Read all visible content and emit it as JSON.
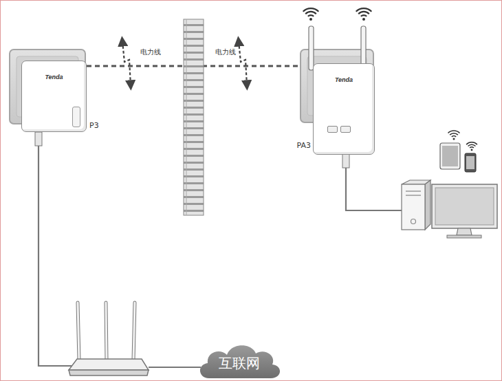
{
  "diagram": {
    "nodes": [
      {
        "text": [
          "Tenda",
          "P3"
        ]
      },
      {
        "text": [
          "Tenda",
          "PA3"
        ]
      },
      {
        "text": [
          "互联网"
        ]
      }
    ],
    "edges": [
      {
        "from": 0,
        "to": 1,
        "arrow": "none"
      }
    ],
    "labels": [
      "电力线",
      "电力线"
    ]
  }
}
